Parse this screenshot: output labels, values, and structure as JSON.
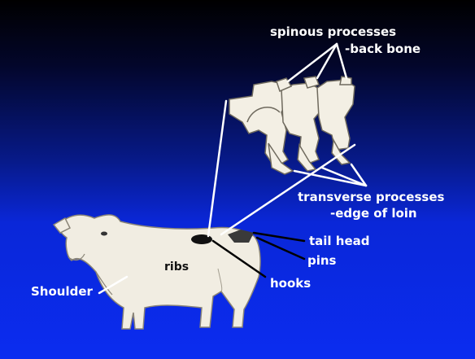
{
  "labels": {
    "spinous_processes": "spinous processes",
    "back_bone": "-back bone",
    "transverse_processes": "transverse processes",
    "edge_of_loin": "-edge of loin",
    "tail_head": "tail head",
    "pins": "pins",
    "hooks": "hooks",
    "ribs": "ribs",
    "shoulder": "Shoulder"
  },
  "colors": {
    "background_top": "#000000",
    "background_bottom": "#0b2cf0",
    "label_text": "#ffffff",
    "line": "#ffffff",
    "pointer_line": "#000000",
    "cow_fill": "#f1ede2",
    "bone_fill": "#f3efe4"
  }
}
